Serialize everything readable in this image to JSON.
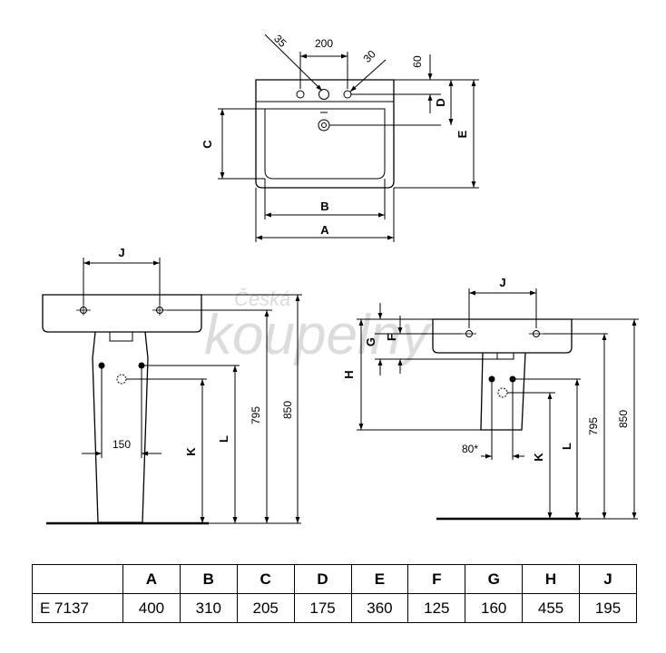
{
  "top_view": {
    "dim_200": "200",
    "dim_35": "35",
    "dim_30": "30",
    "dim_60": "60",
    "label_D": "D",
    "label_C": "C",
    "label_E": "E",
    "label_B": "B",
    "label_A": "A"
  },
  "front_view": {
    "label_J": "J",
    "dim_150": "150",
    "label_K": "K",
    "label_L": "L",
    "dim_795": "795",
    "dim_850": "850"
  },
  "side_view": {
    "label_J": "J",
    "label_G": "G",
    "label_F": "F",
    "label_H": "H",
    "dim_80": "80*",
    "label_K": "K",
    "label_L": "L",
    "dim_795": "795",
    "dim_850": "850"
  },
  "watermark": {
    "small": "Česká",
    "large": "koupelny"
  },
  "table": {
    "headers": [
      "",
      "A",
      "B",
      "C",
      "D",
      "E",
      "F",
      "G",
      "H",
      "J"
    ],
    "row": {
      "model": "E 7137",
      "values": [
        "400",
        "310",
        "205",
        "175",
        "360",
        "125",
        "160",
        "455",
        "195"
      ]
    }
  }
}
